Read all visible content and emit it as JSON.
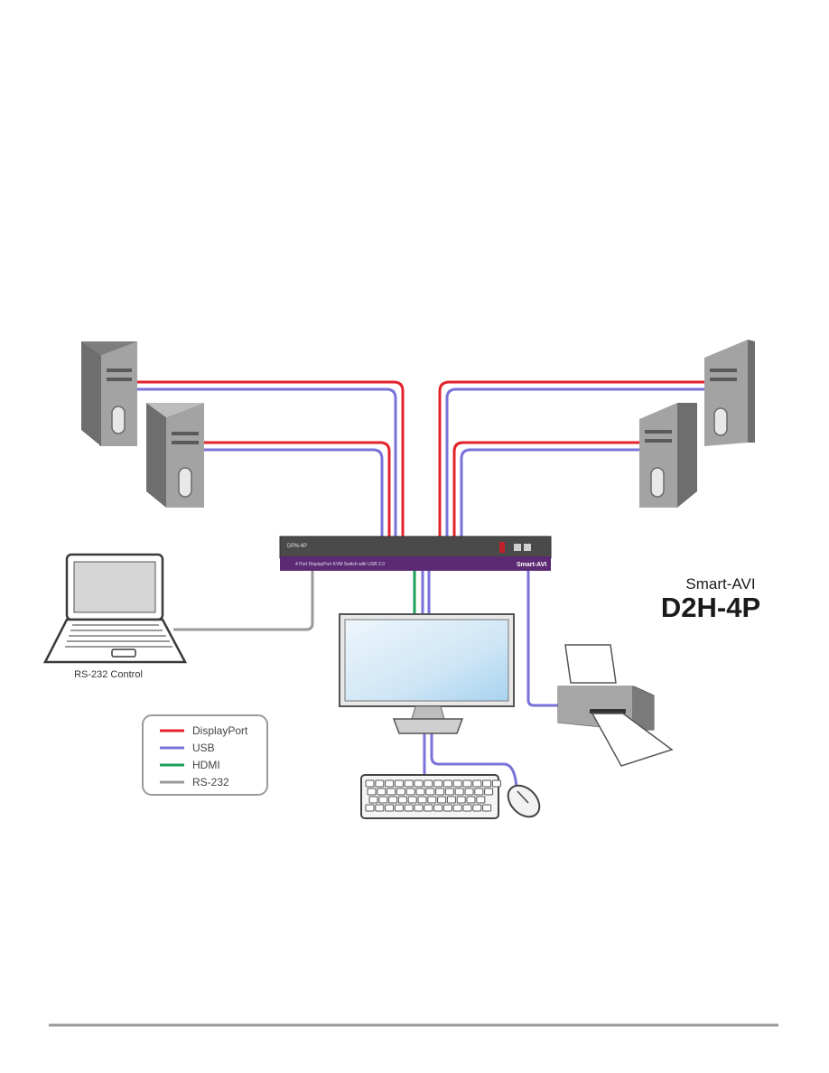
{
  "colors": {
    "displayport": "#e3232b",
    "usb": "#7a72d9",
    "hdmi": "#1aa15a",
    "rs232": "#9a9a9a",
    "switch_body": "#4a4a4a",
    "switch_front": "#5b2a73",
    "tower": "#9d9d9d",
    "tower_dark": "#6f6f6f",
    "footer_rule": "#9a9a9a"
  },
  "switch": {
    "model_label": "DPN-4P",
    "front_caption": "4 Port DisplayPort KVM Switch with USB 2.0",
    "brand": "Smart-AVI"
  },
  "brand_block": {
    "brand": "Smart-AVI",
    "model": "D2H-4P"
  },
  "laptop": {
    "caption": "RS-232 Control"
  },
  "legend": {
    "items": [
      {
        "label": "DisplayPort",
        "color_key": "displayport"
      },
      {
        "label": "USB",
        "color_key": "usb"
      },
      {
        "label": "HDMI",
        "color_key": "hdmi"
      },
      {
        "label": "RS-232",
        "color_key": "rs232"
      }
    ]
  },
  "icons": [
    "computer-tower-icon",
    "laptop-icon",
    "monitor-icon",
    "keyboard-icon",
    "mouse-icon",
    "printer-icon",
    "kvm-switch-icon"
  ]
}
